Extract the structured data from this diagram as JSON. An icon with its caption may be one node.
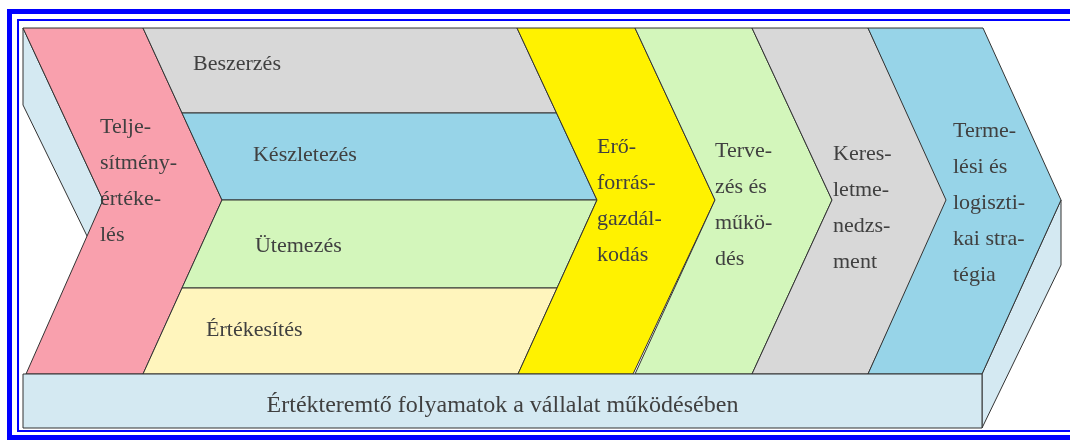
{
  "diagram": {
    "nodes": [
      {
        "text": [
          "Telje- sítmény- értéke- lés"
        ]
      },
      {
        "text": [
          "Beszerzés"
        ]
      },
      {
        "text": [
          "Készletezés"
        ]
      },
      {
        "text": [
          "Ütemezés"
        ]
      },
      {
        "text": [
          "Értékesítés"
        ]
      },
      {
        "text": [
          "Erő- forrás- gazdál- kodás"
        ]
      },
      {
        "text": [
          "Terve- zés és műkö- dés"
        ]
      },
      {
        "text": [
          "Keres- letme- nedzs- ment"
        ]
      },
      {
        "text": [
          "Terme- lési és logiszti- kai stra- tégia"
        ]
      },
      {
        "text": [
          "Értékteremtő folyamatok a vállalat működésében"
        ]
      }
    ]
  }
}
